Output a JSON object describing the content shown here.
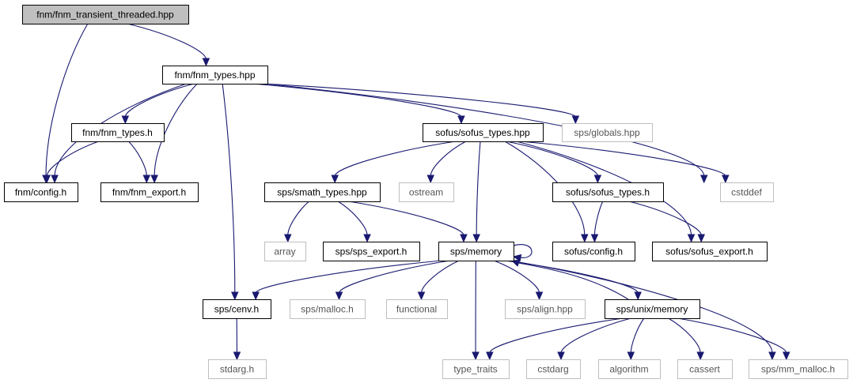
{
  "graph": {
    "colors": {
      "edge": "#191970",
      "root_fill": "#bfbfbf",
      "box_border": "#000000",
      "external_border": "#bfbfbf"
    },
    "nodes": [
      {
        "id": "root",
        "label": "fnm/fnm_transient_threaded.hpp",
        "kind": "root"
      },
      {
        "id": "fnm_types_hpp",
        "label": "fnm/fnm_types.hpp",
        "kind": "doc"
      },
      {
        "id": "fnm_types_h",
        "label": "fnm/fnm_types.h",
        "kind": "doc"
      },
      {
        "id": "fnm_config",
        "label": "fnm/config.h",
        "kind": "doc"
      },
      {
        "id": "fnm_export",
        "label": "fnm/fnm_export.h",
        "kind": "doc"
      },
      {
        "id": "sofus_types_hpp",
        "label": "sofus/sofus_types.hpp",
        "kind": "doc"
      },
      {
        "id": "globals",
        "label": "sps/globals.hpp",
        "kind": "ext"
      },
      {
        "id": "cstddef",
        "label": "cstddef",
        "kind": "ext"
      },
      {
        "id": "smath_types",
        "label": "sps/smath_types.hpp",
        "kind": "doc"
      },
      {
        "id": "ostream",
        "label": "ostream",
        "kind": "ext"
      },
      {
        "id": "sofus_types_h",
        "label": "sofus/sofus_types.h",
        "kind": "doc"
      },
      {
        "id": "array",
        "label": "array",
        "kind": "ext"
      },
      {
        "id": "sps_export",
        "label": "sps/sps_export.h",
        "kind": "doc"
      },
      {
        "id": "sps_memory",
        "label": "sps/memory",
        "kind": "doc"
      },
      {
        "id": "sofus_config",
        "label": "sofus/config.h",
        "kind": "doc"
      },
      {
        "id": "sofus_export",
        "label": "sofus/sofus_export.h",
        "kind": "doc"
      },
      {
        "id": "cenv",
        "label": "sps/cenv.h",
        "kind": "doc"
      },
      {
        "id": "malloc",
        "label": "sps/malloc.h",
        "kind": "ext"
      },
      {
        "id": "functional",
        "label": "functional",
        "kind": "ext"
      },
      {
        "id": "align",
        "label": "sps/align.hpp",
        "kind": "ext"
      },
      {
        "id": "unix_memory",
        "label": "sps/unix/memory",
        "kind": "doc"
      },
      {
        "id": "stdarg",
        "label": "stdarg.h",
        "kind": "ext"
      },
      {
        "id": "type_traits",
        "label": "type_traits",
        "kind": "ext"
      },
      {
        "id": "cstdarg",
        "label": "cstdarg",
        "kind": "ext"
      },
      {
        "id": "algorithm",
        "label": "algorithm",
        "kind": "ext"
      },
      {
        "id": "cassert",
        "label": "cassert",
        "kind": "ext"
      },
      {
        "id": "mm_malloc",
        "label": "sps/mm_malloc.h",
        "kind": "ext"
      }
    ],
    "edges": [
      [
        "root",
        "fnm_types_hpp"
      ],
      [
        "root",
        "fnm_config"
      ],
      [
        "fnm_types_hpp",
        "fnm_types_h"
      ],
      [
        "fnm_types_hpp",
        "fnm_config"
      ],
      [
        "fnm_types_hpp",
        "fnm_export"
      ],
      [
        "fnm_types_hpp",
        "sofus_types_hpp"
      ],
      [
        "fnm_types_hpp",
        "globals"
      ],
      [
        "fnm_types_hpp",
        "cstddef"
      ],
      [
        "fnm_types_hpp",
        "cenv"
      ],
      [
        "fnm_types_h",
        "fnm_config"
      ],
      [
        "fnm_types_h",
        "fnm_export"
      ],
      [
        "sofus_types_hpp",
        "smath_types"
      ],
      [
        "sofus_types_hpp",
        "ostream"
      ],
      [
        "sofus_types_hpp",
        "sofus_types_h"
      ],
      [
        "sofus_types_hpp",
        "cstddef"
      ],
      [
        "sofus_types_hpp",
        "sps_memory"
      ],
      [
        "sofus_types_hpp",
        "sofus_config"
      ],
      [
        "sofus_types_hpp",
        "sofus_export"
      ],
      [
        "smath_types",
        "array"
      ],
      [
        "smath_types",
        "sps_export"
      ],
      [
        "smath_types",
        "sps_memory"
      ],
      [
        "sofus_types_h",
        "sofus_config"
      ],
      [
        "sofus_types_h",
        "sofus_export"
      ],
      [
        "sps_memory",
        "sps_memory"
      ],
      [
        "sps_memory",
        "cenv"
      ],
      [
        "sps_memory",
        "malloc"
      ],
      [
        "sps_memory",
        "functional"
      ],
      [
        "sps_memory",
        "align"
      ],
      [
        "sps_memory",
        "unix_memory"
      ],
      [
        "sps_memory",
        "type_traits"
      ],
      [
        "sps_memory",
        "mm_malloc"
      ],
      [
        "unix_memory",
        "sps_memory"
      ],
      [
        "unix_memory",
        "type_traits"
      ],
      [
        "unix_memory",
        "cstdarg"
      ],
      [
        "unix_memory",
        "algorithm"
      ],
      [
        "unix_memory",
        "cassert"
      ],
      [
        "unix_memory",
        "mm_malloc"
      ],
      [
        "cenv",
        "stdarg"
      ]
    ]
  }
}
